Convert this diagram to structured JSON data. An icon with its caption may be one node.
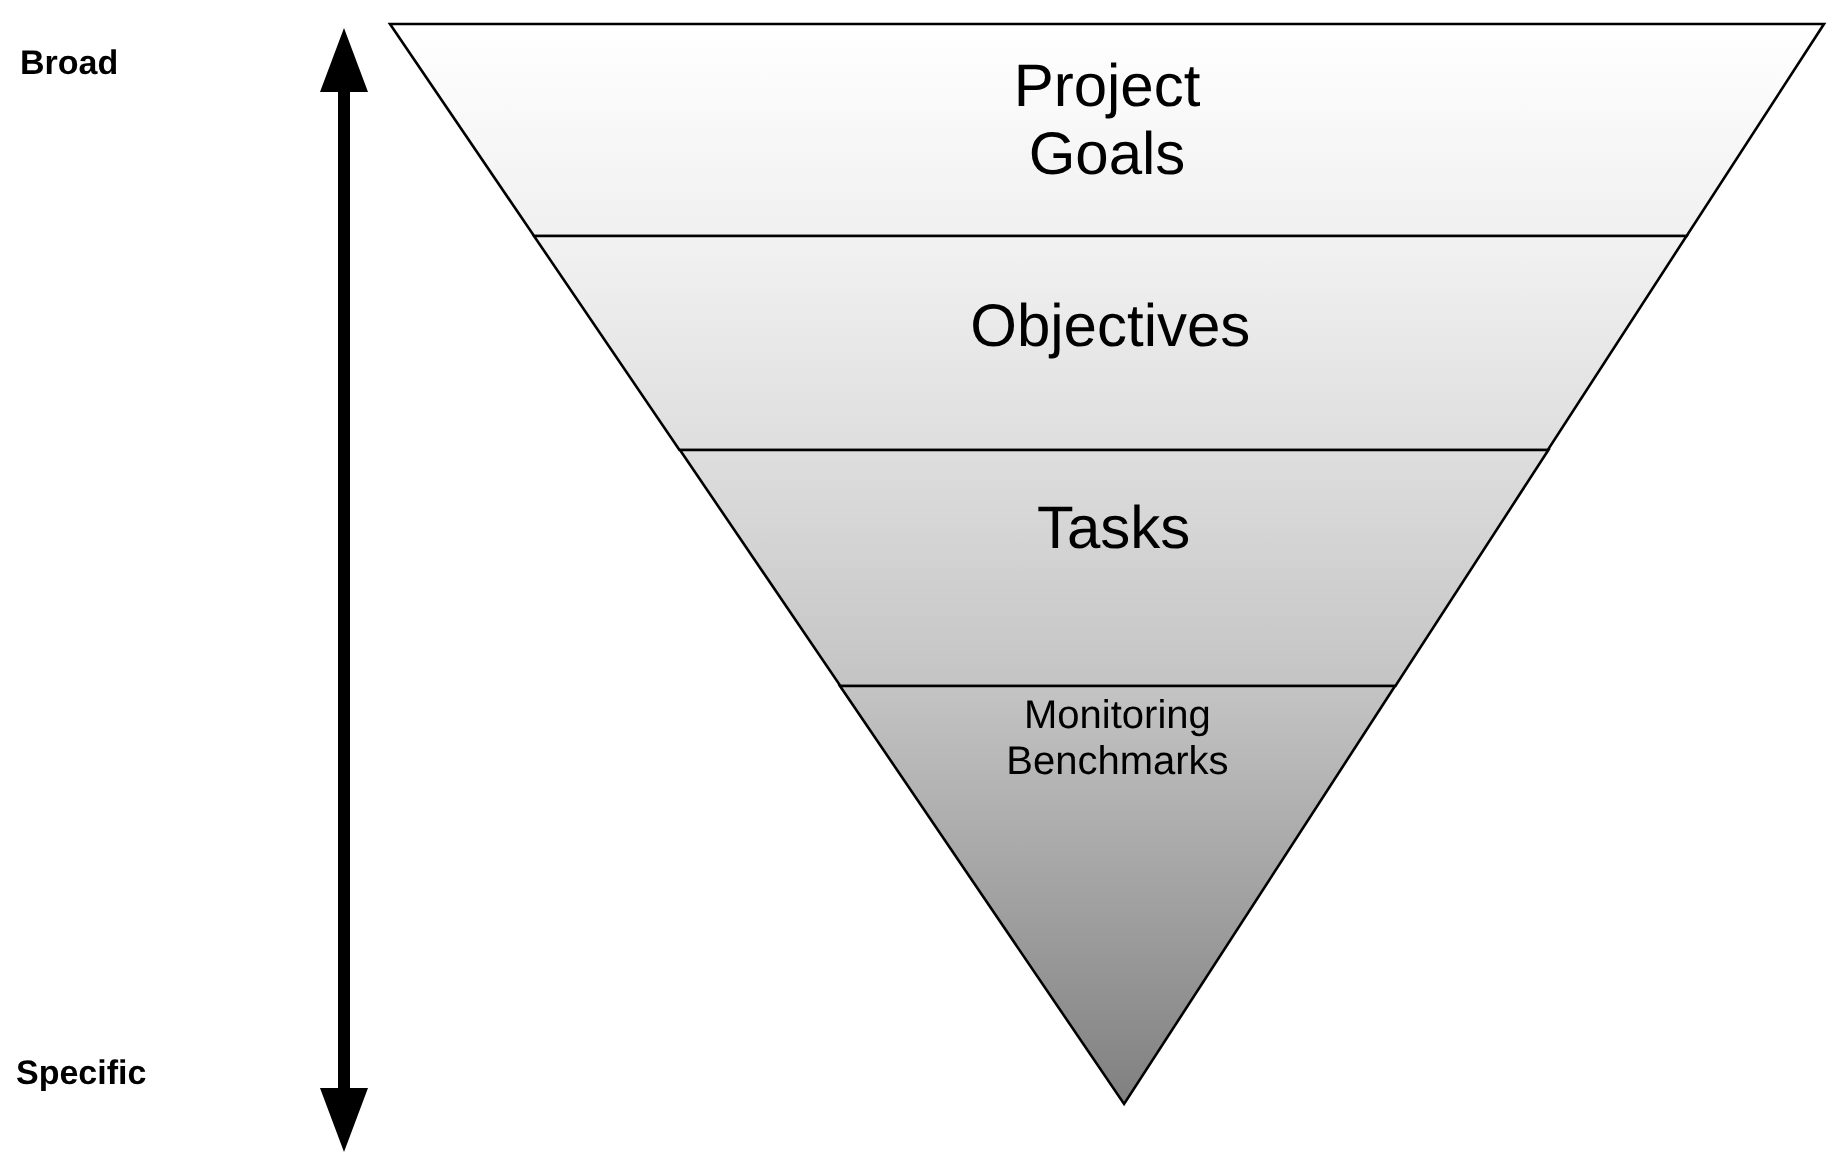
{
  "diagram": {
    "nodes": [
      {
        "text": [
          "Project Goals"
        ]
      },
      {
        "text": [
          "Objectives"
        ]
      },
      {
        "text": [
          "Tasks"
        ]
      },
      {
        "text": [
          "Monitoring Benchmarks"
        ]
      }
    ],
    "labels": [
      "Broad",
      "Specific"
    ]
  }
}
